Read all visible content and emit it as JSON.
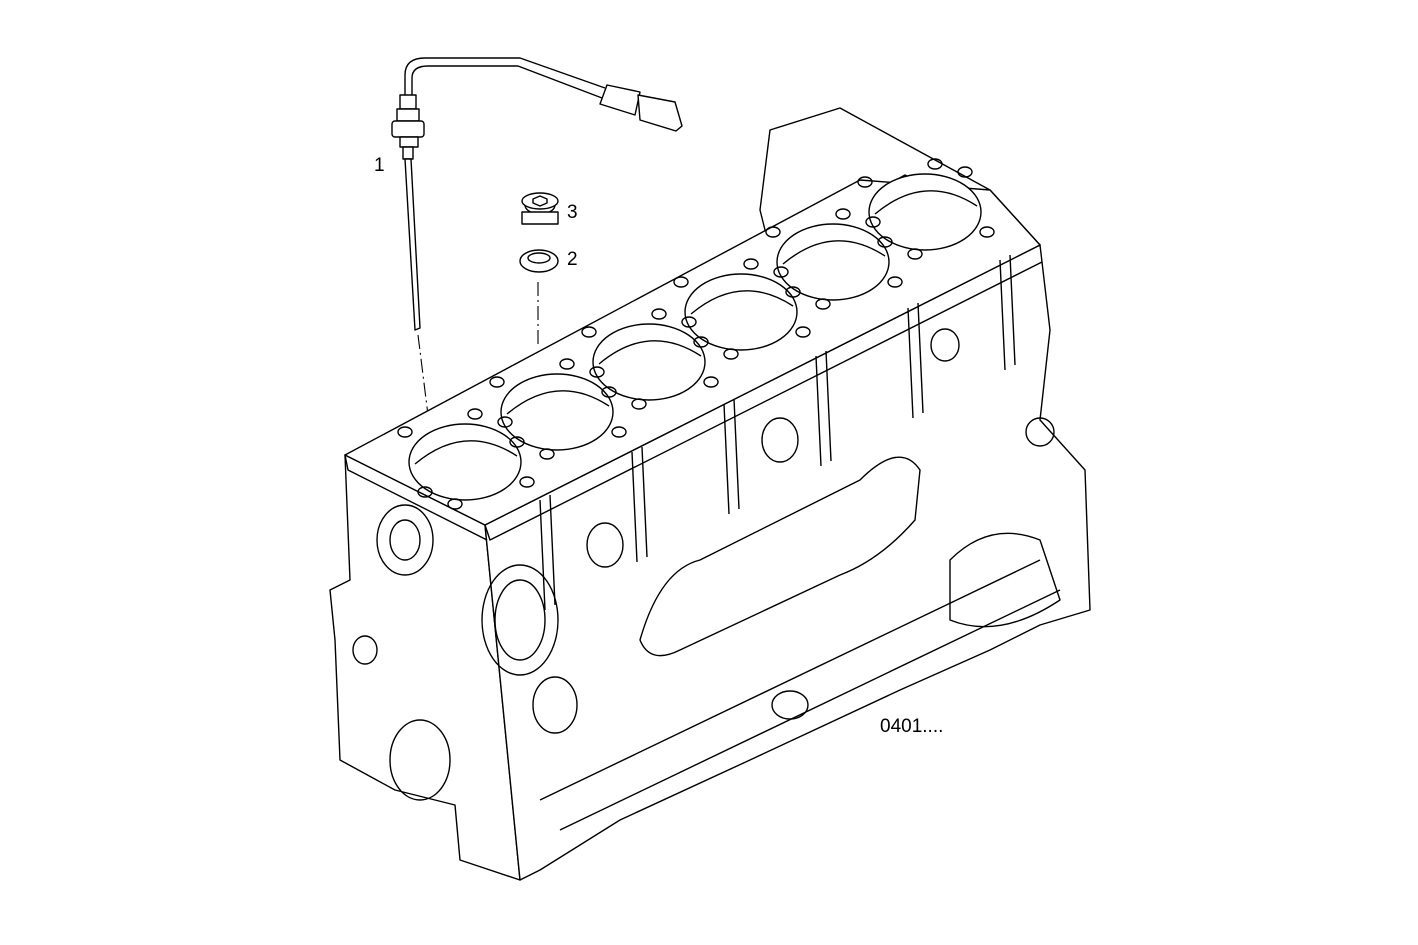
{
  "callouts": [
    {
      "number": "1",
      "part": "sensor"
    },
    {
      "number": "2",
      "part": "washer"
    },
    {
      "number": "3",
      "part": "plug"
    }
  ],
  "reference_code": "0401....",
  "colors": {
    "line": "#000000",
    "background": "#ffffff"
  }
}
